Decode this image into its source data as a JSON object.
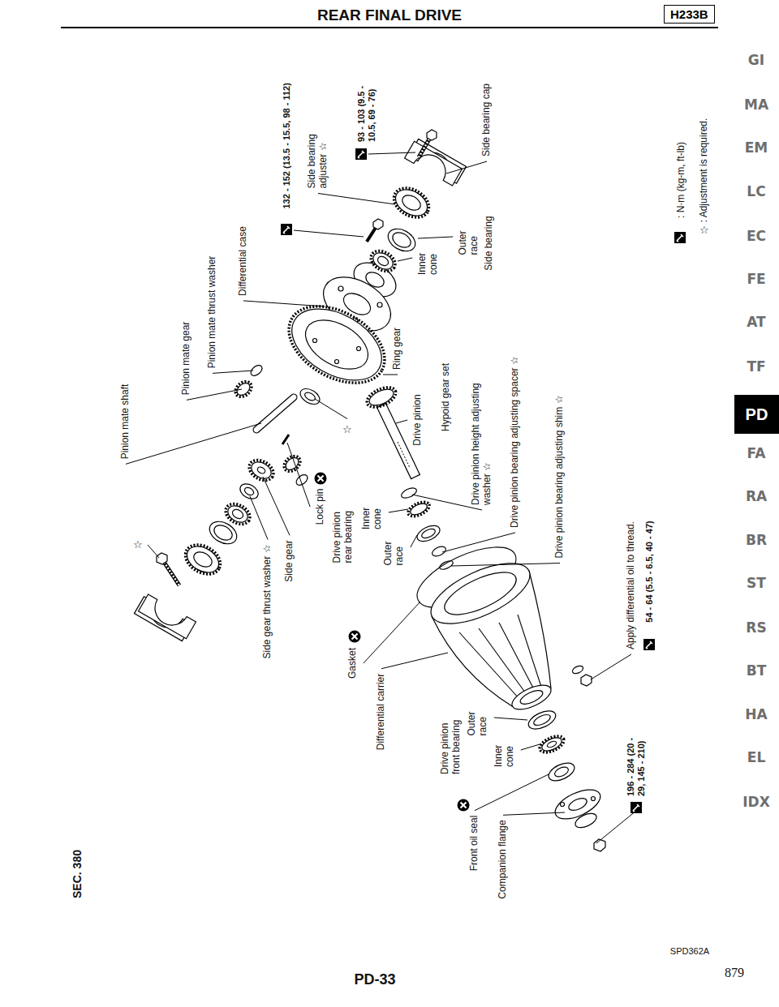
{
  "diagram": {
    "title": "REAR FINAL DRIVE",
    "nodes": [
      {
        "text": [
          "H233B"
        ]
      },
      {
        "text": [
          "PD"
        ]
      }
    ],
    "labels": [
      "SEC. 380",
      "Pinion mate shaft",
      "☆",
      "Pinion mate gear",
      "Pinion mate thrust washer",
      "Differential case",
      "132 - 152 (13.5 - 15.5, 98 - 112)",
      "Side bearing adjuster ☆",
      "93 - 103 (9.5 - 10.5, 69 - 76)",
      "Side bearing cap",
      "Inner cone",
      "Outer race",
      "Side bearing",
      "Ring gear",
      "Drive pinion",
      "Hypoid gear set",
      "☆",
      "Lock pin",
      "Side gear thrust washer ☆",
      "Side gear",
      "Drive pinion rear bearing",
      "Inner cone",
      "Outer race",
      "Drive pinion height adjusting washer ☆",
      "Drive pinion bearing adjusting spacer ☆",
      "Drive pinion bearing adjusting shim ☆",
      "Gasket",
      "Differential carrier",
      "Drive pinion front bearing",
      "Outer race",
      "Inner cone",
      "Apply differential oil to thread.",
      "54 - 64 (5.5 - 6.5, 40 - 47)",
      "196 - 284 (20 - 29, 145 - 210)",
      "Front oil seal",
      "Companion flange",
      "☆",
      "GI",
      "MA",
      "EM",
      "LC",
      "EC",
      "FE",
      "AT",
      "TF",
      "FA",
      "RA",
      "BR",
      "ST",
      "RS",
      "BT",
      "HA",
      "EL",
      "IDX",
      "SPD362A",
      "879",
      "PD-33"
    ],
    "legend": [
      {
        "text": ": N·m (kg-m, ft-lb)"
      },
      {
        "text": ": Adjustment is required."
      }
    ]
  }
}
